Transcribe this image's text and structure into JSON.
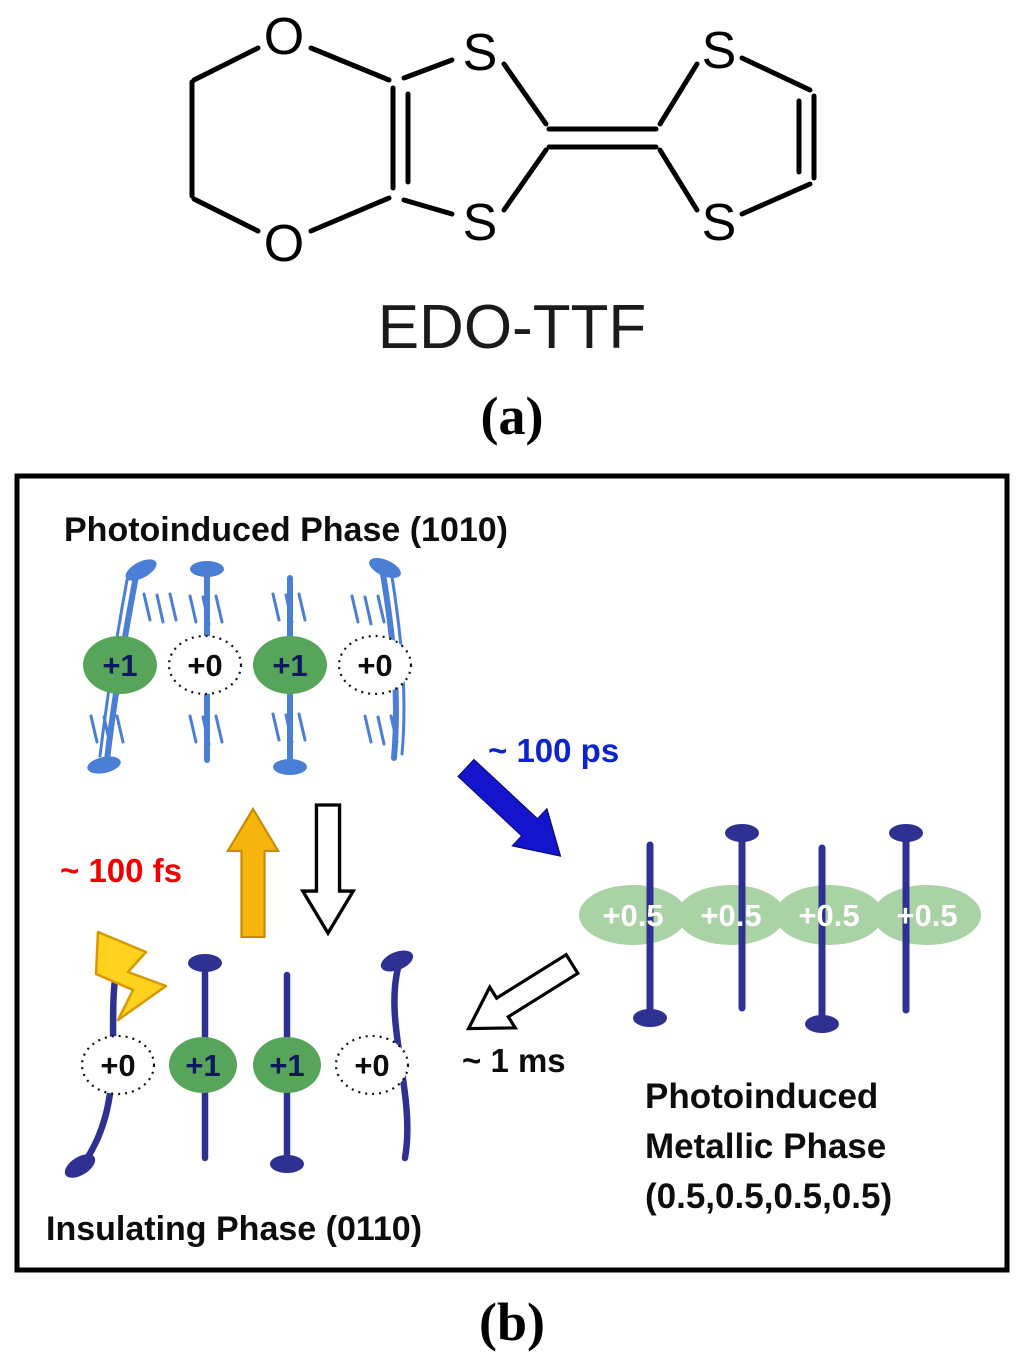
{
  "panel_a": {
    "atoms": {
      "o_top": "O",
      "o_bottom": "O",
      "s_top_left": "S",
      "s_bottom_left": "S",
      "s_top_right": "S",
      "s_bottom_right": "S"
    },
    "molecule_name": "EDO-TTF",
    "panel_label": "(a)"
  },
  "panel_b": {
    "panel_label": "(b)",
    "photoinduced_phase": {
      "title": "Photoinduced Phase (1010)",
      "charges": [
        "+1",
        "+0",
        "+1",
        "+0"
      ]
    },
    "insulating_phase": {
      "title": "Insulating Phase (0110)",
      "charges": [
        "+0",
        "+1",
        "+1",
        "+0"
      ]
    },
    "metallic_phase": {
      "title_lines": [
        "Photoinduced",
        "Metallic Phase",
        "(0.5,0.5,0.5,0.5)"
      ],
      "charges": [
        "+0.5",
        "+0.5",
        "+0.5",
        "+0.5"
      ]
    },
    "transition_labels": {
      "excitation": "~ 100 fs",
      "to_metallic": "~ 100 ps",
      "relaxation": "~ 1 ms"
    }
  },
  "colors": {
    "light_blue": "#4b7fd5",
    "dark_navy": "#2e3192",
    "green": "#57a55a",
    "light_green": "#a9d3a4",
    "arrow_blue": "#1414cc",
    "gold": "#f6b40e",
    "red_text": "#f20000",
    "blue_text": "#0b24cc"
  }
}
